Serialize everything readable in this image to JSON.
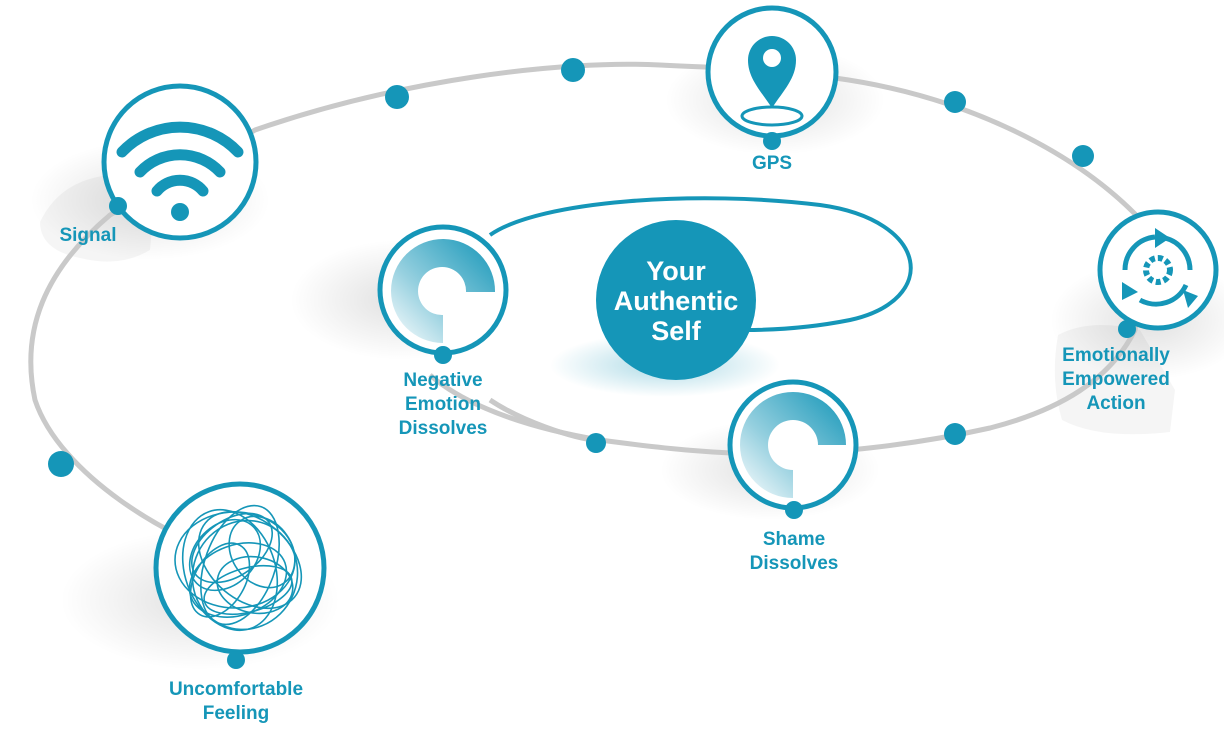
{
  "center": {
    "lines": [
      "Your",
      "Authentic",
      "Self"
    ]
  },
  "nodes": {
    "gps": {
      "label": "GPS",
      "icon": "location-pin-icon"
    },
    "signal": {
      "label": "Signal",
      "icon": "wifi-icon"
    },
    "action": {
      "lines": [
        "Emotionally",
        "Empowered",
        "Action"
      ],
      "icon": "gear-cycle-icon"
    },
    "negative": {
      "lines": [
        "Negative",
        "Emotion",
        "Dissolves"
      ],
      "icon": "dissolving-circle-icon"
    },
    "shame": {
      "lines": [
        "Shame",
        "Dissolves"
      ],
      "icon": "dissolving-circle-icon"
    },
    "uncomfortable": {
      "lines": [
        "Uncomfortable",
        "Feeling"
      ],
      "icon": "tangled-scribble-icon"
    }
  },
  "colors": {
    "accent": "#1596b8",
    "track": "#c9c9c9",
    "text": "#1596b8",
    "background": "#ffffff"
  }
}
